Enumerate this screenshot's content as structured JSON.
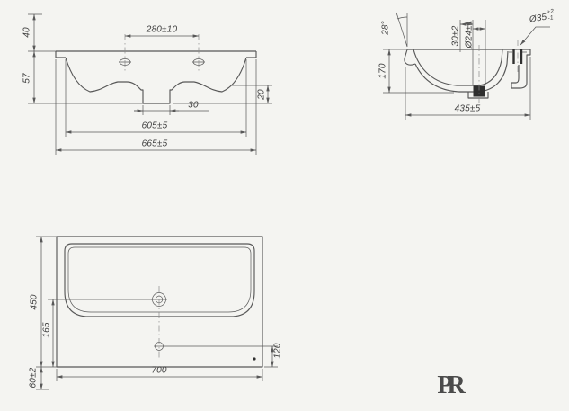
{
  "drawing": {
    "front_view": {
      "d40": "40",
      "d57": "57",
      "d280": "280±10",
      "d30": "30",
      "d20": "20",
      "d605": "605±5",
      "d665": "665±5"
    },
    "side_view": {
      "angle": "28°",
      "d170": "170",
      "d30": "30±2",
      "d24": "Ø24±1",
      "d35": "Ø35",
      "d35_plus": "+2",
      "d35_minus": "-1",
      "d435": "435±5"
    },
    "plan_view": {
      "d450": "450",
      "d165": "165",
      "d120": "120",
      "d700": "700",
      "d60": "60±2"
    },
    "logo": "PR",
    "colors": {
      "line": "#585858",
      "background": "#f4f4f1",
      "text": "#3d3d3d"
    }
  }
}
